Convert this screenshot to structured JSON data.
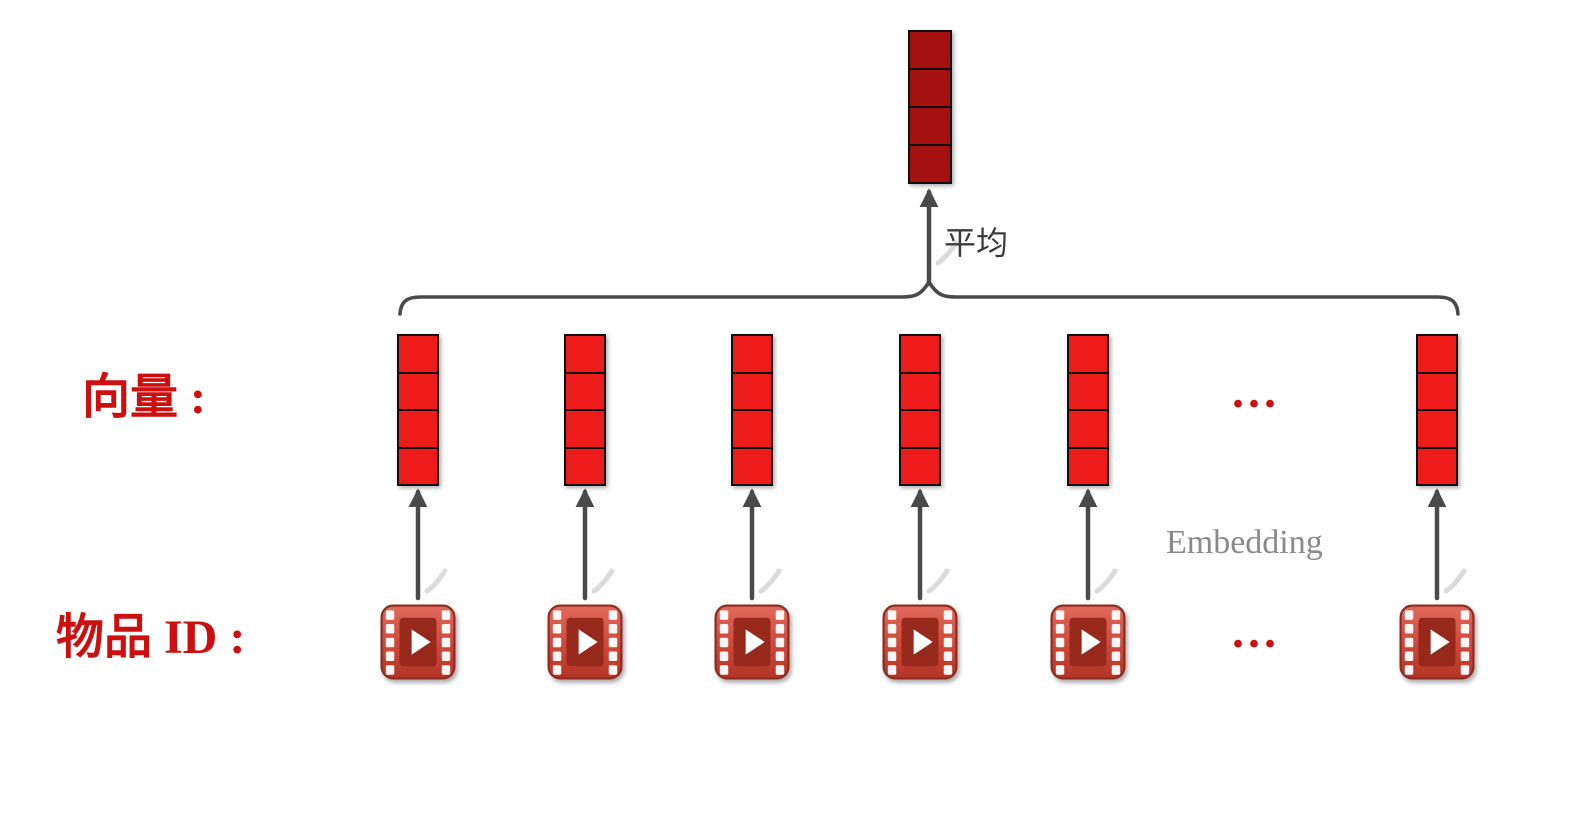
{
  "labels": {
    "vector_row": "向量 :",
    "item_row": "物品 ID :",
    "average": "平均",
    "embedding": "Embedding",
    "ellipsis_vectors": "...",
    "ellipsis_items": "..."
  },
  "colors": {
    "vector_fill": "#ee1b1b",
    "top_vector_fill": "#a40f0f",
    "label_red": "#cc1010",
    "arrow_gray": "#4a4a4a",
    "embedding_gray": "#8a8a8a",
    "average_color": "#3b3b3b"
  },
  "structure": {
    "cells_per_vector": 4,
    "item_vector_count": 6,
    "movie_item_count": 6,
    "description": "Six item-ID movie icons map through Embedding arrows to six red vectors; a brace averages them (平均) into one dark-red vector on top; ellipses indicate more items."
  }
}
